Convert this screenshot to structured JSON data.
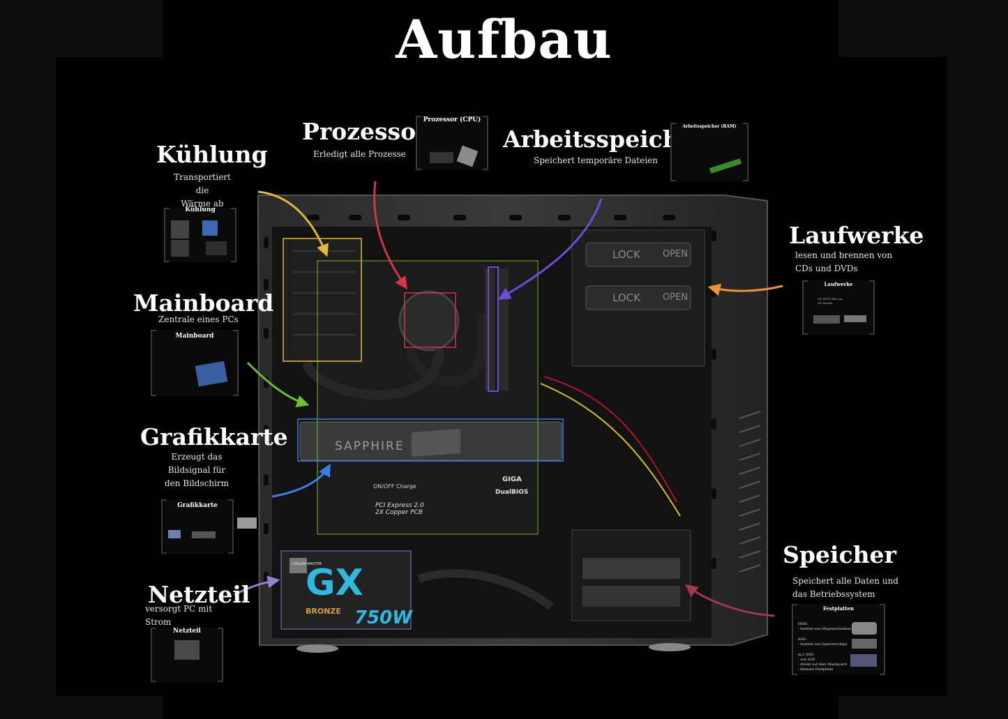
{
  "page": {
    "title": "Aufbau"
  },
  "labels": {
    "kuehlung": {
      "title": "Kühlung",
      "sub": [
        "Transportiert die",
        "Wärme ab"
      ]
    },
    "prozessor": {
      "title": "Prozessor",
      "sub": [
        "Erledigt alle Prozesse"
      ]
    },
    "arbeitsspeicher": {
      "title": "Arbeitsspeicher",
      "sub": [
        "Speichert temporäre Dateien"
      ]
    },
    "laufwerke": {
      "title": "Laufwerke",
      "sub": [
        "lesen und brennen von",
        "CDs und DVDs"
      ]
    },
    "mainboard": {
      "title": "Mainboard",
      "sub": [
        "Zentrale eines PCs"
      ]
    },
    "grafikkarte": {
      "title": "Grafikkarte",
      "sub": [
        "Erzeugt das",
        "Bildsignal für",
        "den Bildschirm"
      ]
    },
    "netzteil": {
      "title": "Netzteil",
      "sub": [
        "versorgt PC mit",
        "Strom"
      ]
    },
    "speicher": {
      "title": "Speicher",
      "sub": [
        "Speichert alle Daten und",
        "das Betriebssystem"
      ]
    }
  },
  "cards": {
    "kuehlung": {
      "title": "Kühlung"
    },
    "prozessor": {
      "title": "Prozessor (CPU)"
    },
    "arbeitsspeicher": {
      "title": "Arbeitsspeicher (RAM)"
    },
    "laufwerke": {
      "title": "Laufwerke",
      "lines": [
        "CD-/DVD-/Blu-ray",
        "SD-Karten"
      ]
    },
    "mainboard": {
      "title": "Mainboard"
    },
    "grafikkarte": {
      "title": "Grafikkarte"
    },
    "netzteil": {
      "title": "Netzteil"
    },
    "speicher": {
      "title": "Festplatten",
      "lines": [
        "HDD:",
        "- besteht aus Magnetscheiben",
        "SSD:",
        "- besteht aus Speicherchips",
        "m.2 SSD:",
        "- wie SSD",
        "- direkt auf dem Mainboard",
        "- kleinste Festplatte"
      ]
    }
  },
  "pc": {
    "gpu_brand": "SAPPHIRE",
    "psu_brand": "COOLER MASTER",
    "psu_model": "GX",
    "psu_tier": "BRONZE",
    "psu_watt": "750W",
    "drive_lock": "LOCK",
    "drive_open": "OPEN",
    "board_text": [
      "PCI Express 2.0",
      "2X Copper PCB",
      "DualBIOS",
      "ON/OFF Charge",
      "GIGA"
    ]
  },
  "colors": {
    "kuehlung": "#e0b83a",
    "prozessor": "#d8344a",
    "arbeitsspeicher": "#6a4fd6",
    "laufwerke": "#e8953a",
    "mainboard": "#6fbf2e",
    "grafikkarte": "#3a7fe0",
    "netzteil": "#9a7fd0",
    "speicher": "#a23a4a"
  }
}
